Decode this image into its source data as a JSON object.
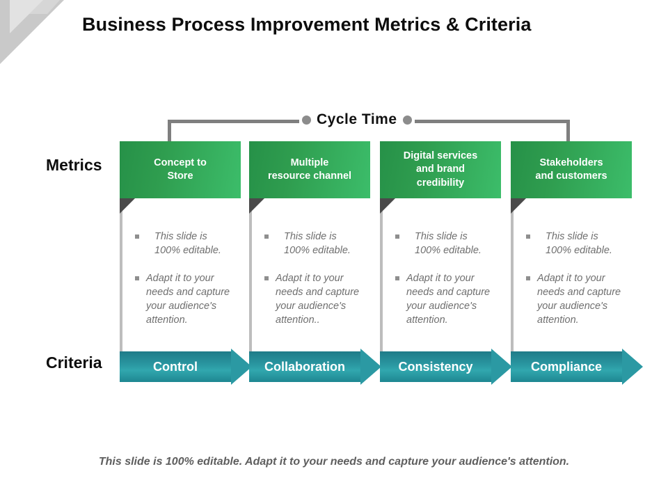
{
  "slide": {
    "title": "Business Process Improvement Metrics & Criteria",
    "footer": "This slide is 100% editable. Adapt it to your needs and capture your audience's attention.",
    "accent_green_dark": "#269148",
    "accent_green_light": "#3cbd6a",
    "accent_teal_dark": "#1f7b88",
    "accent_teal_light": "#31a7ae",
    "connector_gray": "#7f7f7f"
  },
  "rows": {
    "metrics_label": "Metrics",
    "criteria_label": "Criteria"
  },
  "cycle": {
    "label": "Cycle  Time"
  },
  "columns": [
    {
      "metric": "Concept to\nStore",
      "criteria": "Control",
      "bullets": [
        "This slide is\n100% editable.",
        "Adapt it to your\nneeds and capture\nyour audience's\nattention."
      ]
    },
    {
      "metric": "Multiple\nresource channel",
      "criteria": "Collaboration",
      "bullets": [
        "This slide is\n100% editable.",
        "Adapt it to your\nneeds and capture\nyour audience's\nattention.."
      ]
    },
    {
      "metric": "Digital services\nand brand\ncredibility",
      "criteria": "Consistency",
      "bullets": [
        "This slide is\n100% editable.",
        "Adapt it to your\nneeds and capture\nyour audience's\nattention."
      ]
    },
    {
      "metric": "Stakeholders\nand customers",
      "criteria": "Compliance",
      "bullets": [
        "This slide is\n100% editable.",
        "Adapt it to your\nneeds and capture\nyour audience's\nattention."
      ]
    }
  ]
}
